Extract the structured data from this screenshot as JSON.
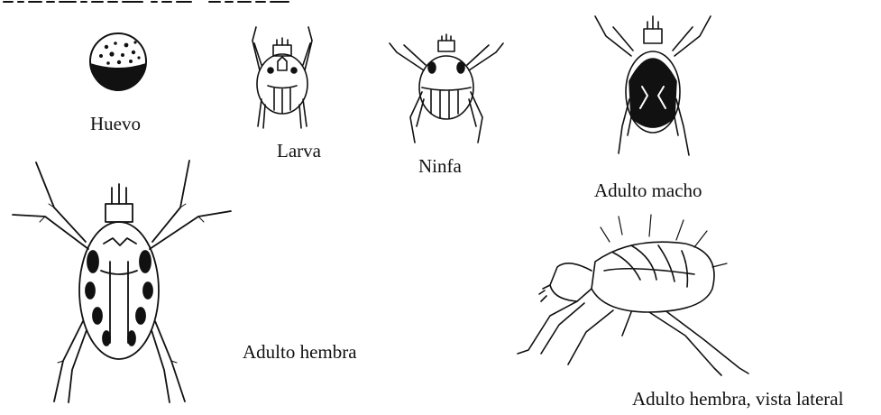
{
  "labels": {
    "egg": "Huevo",
    "larva": "Larva",
    "nymph": "Ninfa",
    "male": "Adulto macho",
    "female": "Adulto hembra",
    "female_lateral": "Adulto hembra, vista lateral"
  }
}
